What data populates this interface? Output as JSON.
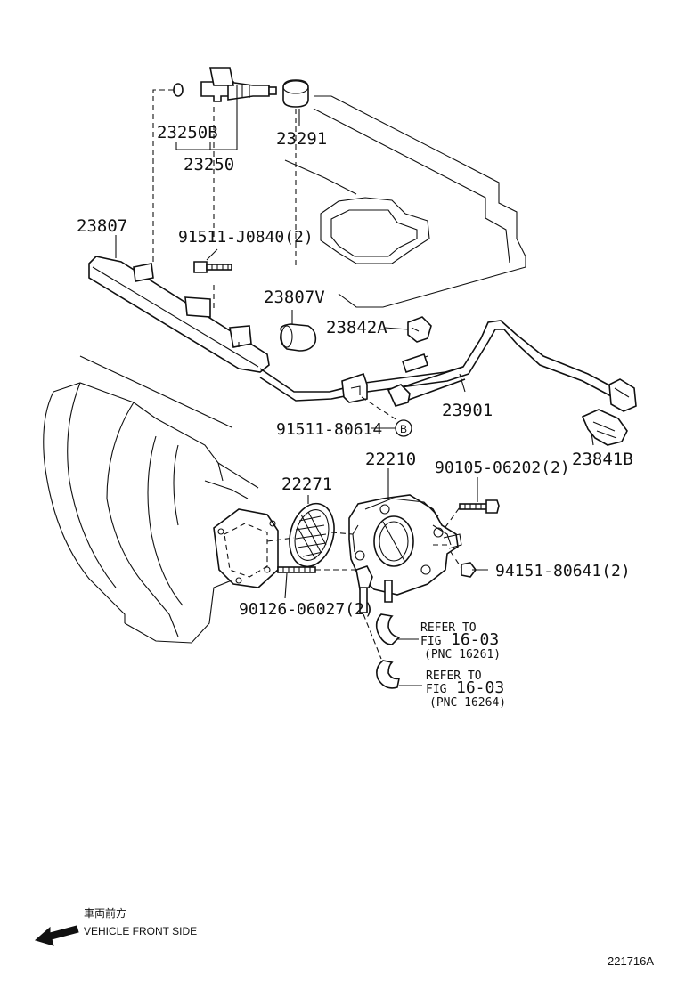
{
  "diagram": {
    "part_labels": {
      "p23250B": "23250B",
      "p23250": "23250",
      "p23291": "23291",
      "p23807": "23807",
      "p91511J0840": "91511-J0840(2)",
      "p23807V": "23807V",
      "p23842A": "23842A",
      "p91511_80614": "91511-80614",
      "p23901": "23901",
      "p23841B": "23841B",
      "p22271": "22271",
      "p22210": "22210",
      "p90105": "90105-06202(2)",
      "p94151": "94151-80641(2)",
      "p90126": "90126-06027(2)"
    },
    "reference_marker": "B",
    "refer_notes": [
      {
        "line1": "REFER TO",
        "line2a": "FIG",
        "line2b": "16-03",
        "line3": "(PNC 16261)"
      },
      {
        "line1": "REFER TO",
        "line2a": "FIG",
        "line2b": "16-03",
        "line3": "(PNC 16264)"
      }
    ],
    "direction_note": {
      "japanese": "車両前方",
      "english": "VEHICLE FRONT SIDE",
      "arrow_icon": "left-arrow-icon"
    },
    "figure_code": "221716A"
  }
}
